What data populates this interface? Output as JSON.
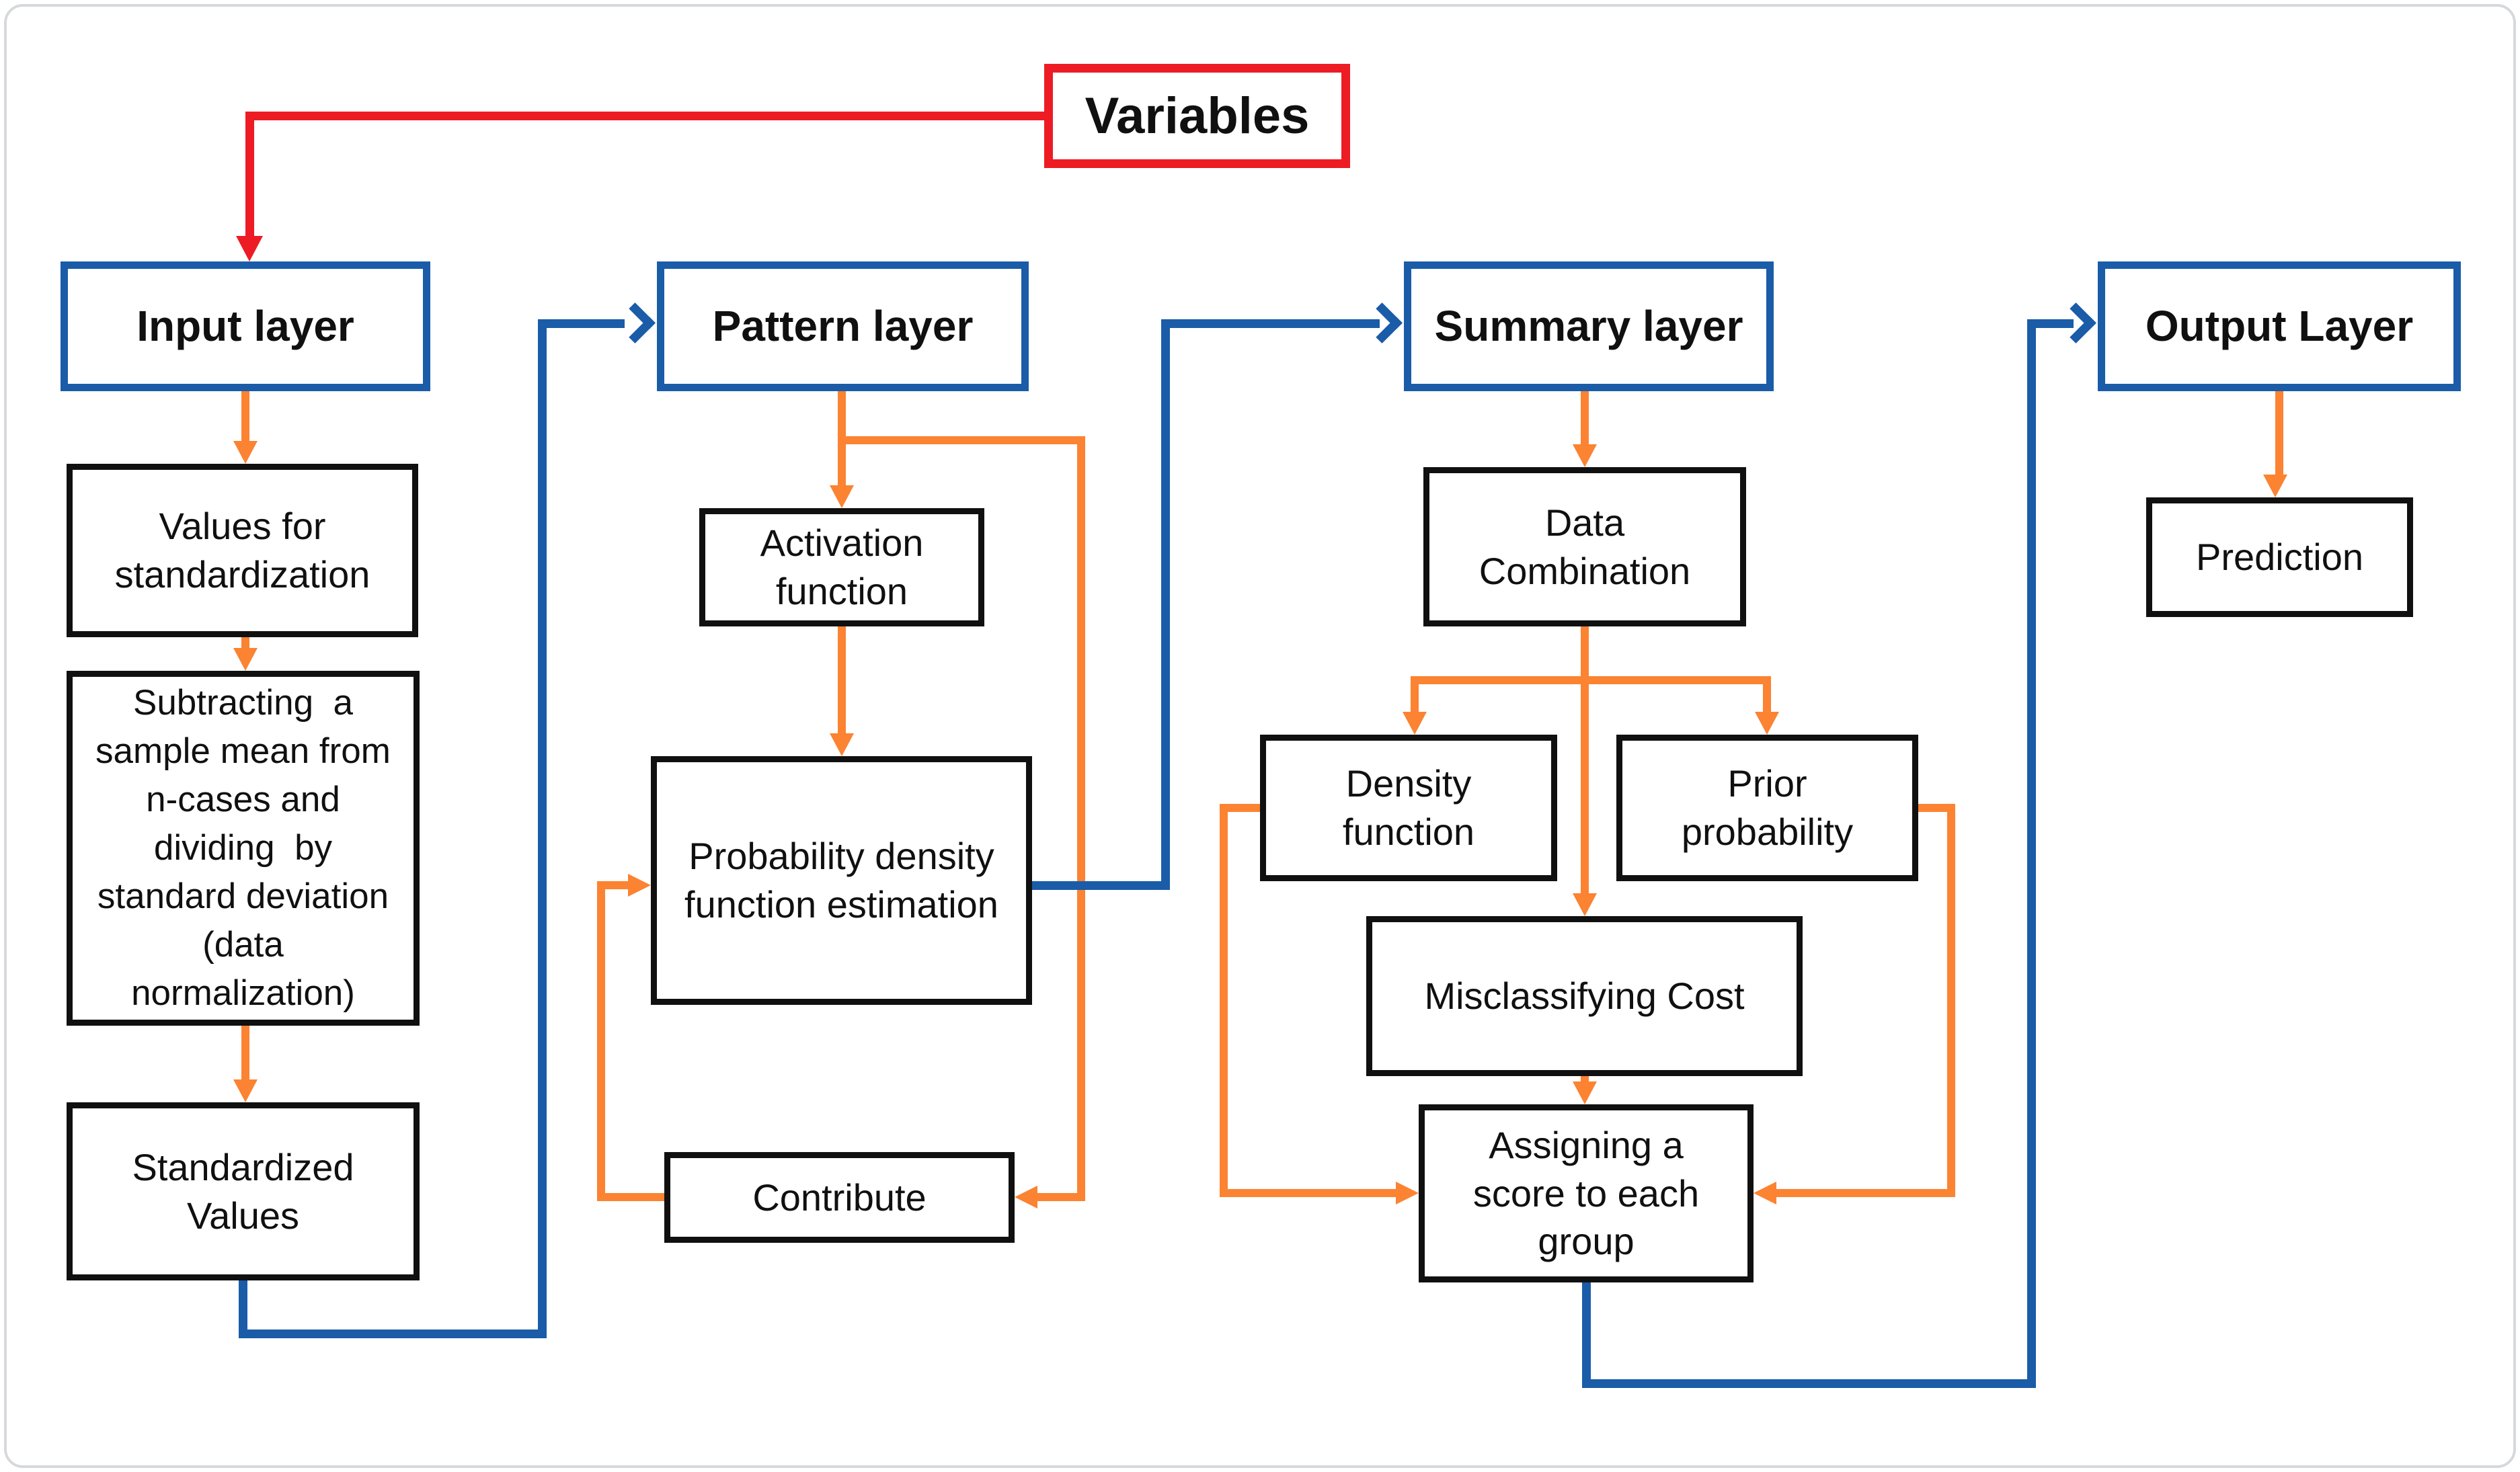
{
  "diagram": {
    "type": "flowchart",
    "description": "Probabilistic neural network process flow from variables through input, pattern, summary and output layers",
    "nodes": {
      "variables": {
        "label": "Variables"
      },
      "input_layer": {
        "label": "Input layer"
      },
      "pattern_layer": {
        "label": "Pattern layer"
      },
      "summary_layer": {
        "label": "Summary layer"
      },
      "output_layer": {
        "label": "Output Layer"
      },
      "values": {
        "label": "Values for\nstandardization"
      },
      "subtract": {
        "label": "Subtracting  a\nsample mean from\nn-cases and\ndividing  by\nstandard deviation\n(data\nnormalization)"
      },
      "standardized": {
        "label": "Standardized\nValues"
      },
      "activation": {
        "label": "Activation\nfunction"
      },
      "pdf": {
        "label": "Probability density\nfunction estimation"
      },
      "contribute": {
        "label": "Contribute"
      },
      "data_combination": {
        "label": "Data\nCombination"
      },
      "density": {
        "label": "Density\nfunction"
      },
      "prior": {
        "label": "Prior\nprobability"
      },
      "misclassifying": {
        "label": "Misclassifying Cost"
      },
      "assigning": {
        "label": "Assigning a\nscore to each\ngroup"
      },
      "prediction": {
        "label": "Prediction"
      }
    },
    "edges": [
      {
        "from": "variables",
        "to": "input_layer",
        "color": "red"
      },
      {
        "from": "input_layer",
        "to": "values",
        "color": "orange"
      },
      {
        "from": "values",
        "to": "subtract",
        "color": "orange"
      },
      {
        "from": "subtract",
        "to": "standardized",
        "color": "orange"
      },
      {
        "from": "standardized",
        "to": "pattern_layer",
        "color": "blue"
      },
      {
        "from": "pattern_layer",
        "to": "activation",
        "color": "orange"
      },
      {
        "from": "pattern_layer",
        "to": "contribute",
        "color": "orange"
      },
      {
        "from": "activation",
        "to": "pdf",
        "color": "orange"
      },
      {
        "from": "contribute",
        "to": "pdf",
        "color": "orange"
      },
      {
        "from": "pdf",
        "to": "summary_layer",
        "color": "blue"
      },
      {
        "from": "summary_layer",
        "to": "data_combination",
        "color": "orange"
      },
      {
        "from": "data_combination",
        "to": "density",
        "color": "orange"
      },
      {
        "from": "data_combination",
        "to": "prior",
        "color": "orange"
      },
      {
        "from": "data_combination",
        "to": "misclassifying",
        "color": "orange"
      },
      {
        "from": "density",
        "to": "assigning",
        "color": "orange"
      },
      {
        "from": "prior",
        "to": "assigning",
        "color": "orange"
      },
      {
        "from": "misclassifying",
        "to": "assigning",
        "color": "orange"
      },
      {
        "from": "assigning",
        "to": "output_layer",
        "color": "blue"
      },
      {
        "from": "output_layer",
        "to": "prediction",
        "color": "orange"
      }
    ],
    "colors": {
      "layer_border": "#1a5ca8",
      "flow_connector_blue": "#1a5ca8",
      "flow_connector_orange": "#fb8332",
      "variables_border": "#ed1c24",
      "variables_connector": "#ed1c24",
      "process_box_border": "#101010",
      "background": "#ffffff",
      "frame_border": "#d6d9dc"
    }
  }
}
